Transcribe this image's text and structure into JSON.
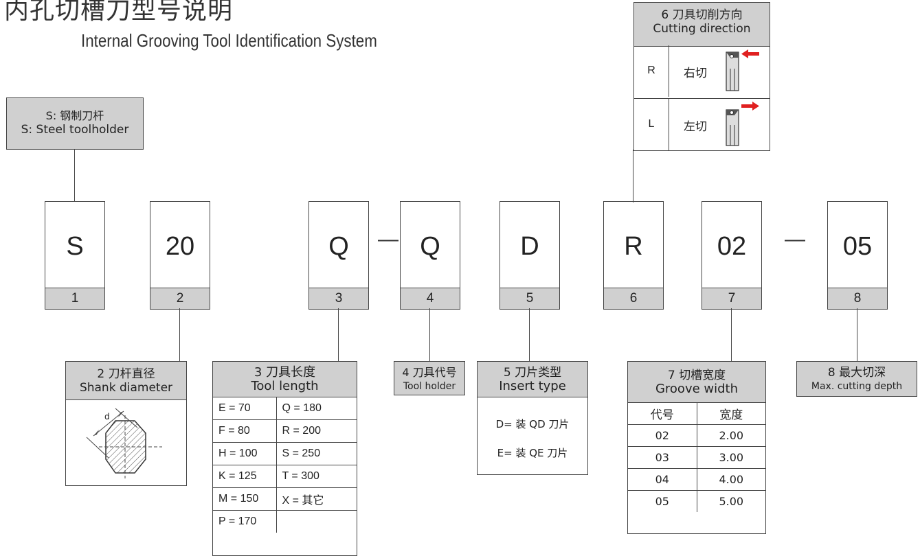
{
  "title": {
    "cn": "内孔切槽刀型号说明",
    "en": "Internal Grooving Tool Identification System"
  },
  "steel_box": {
    "line1": "S: 钢制刀杆",
    "line2": "S: Steel toolholder"
  },
  "codes": [
    {
      "char": "S",
      "num": "1"
    },
    {
      "char": "20",
      "num": "2"
    },
    {
      "char": "Q",
      "num": "3"
    },
    {
      "char": "Q",
      "num": "4"
    },
    {
      "char": "D",
      "num": "5"
    },
    {
      "char": "R",
      "num": "6"
    },
    {
      "char": "02",
      "num": "7"
    },
    {
      "char": "05",
      "num": "8"
    }
  ],
  "separators": [
    "—",
    "—"
  ],
  "shank_diameter": {
    "line1": "2 刀杆直径",
    "line2": "Shank diameter",
    "dim_label": "d"
  },
  "tool_length": {
    "line1": "3 刀具长度",
    "line2": "Tool length",
    "rows": [
      [
        "E  =   70",
        "Q  =  180"
      ],
      [
        "F  =   80",
        "R  =  200"
      ],
      [
        "H  =  100",
        "S  =  250"
      ],
      [
        "K  =  125",
        "T  =  300"
      ],
      [
        "M  =  150",
        "X  =  其它"
      ],
      [
        "P  =  170",
        ""
      ]
    ]
  },
  "tool_holder": {
    "line1": "4 刀具代号",
    "line2": "Tool holder"
  },
  "insert_type": {
    "line1": "5 刀片类型",
    "line2": "Insert type",
    "items": [
      "D= 装 QD 刀片",
      "E= 装 QE 刀片"
    ]
  },
  "cutting_direction": {
    "line1": "6 刀具切削方向",
    "line2": "Cutting direction",
    "rows": [
      {
        "code": "R",
        "label": "右切",
        "arrow": "left"
      },
      {
        "code": "L",
        "label": "左切",
        "arrow": "right"
      }
    ],
    "arrow_color": "#e02020"
  },
  "groove_width": {
    "line1": "7 切槽宽度",
    "line2": "Groove width",
    "header": [
      "代号",
      "宽度"
    ],
    "rows": [
      [
        "02",
        "2.00"
      ],
      [
        "03",
        "3.00"
      ],
      [
        "04",
        "4.00"
      ],
      [
        "05",
        "5.00"
      ]
    ]
  },
  "max_depth": {
    "line1": "8 最大切深",
    "line2": "Max. cutting depth"
  },
  "colors": {
    "header_gray": "#d0d0d0",
    "border": "#444444",
    "text": "#222222"
  }
}
